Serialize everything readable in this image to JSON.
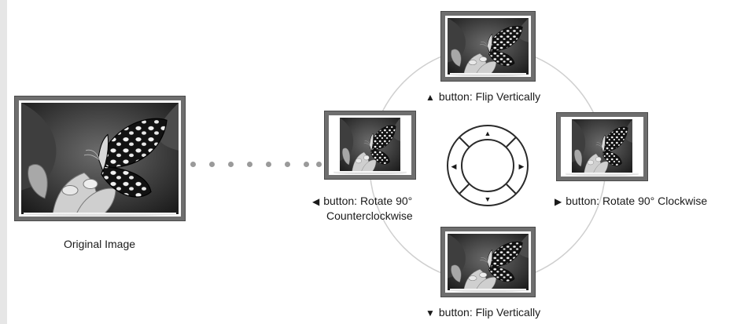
{
  "original": {
    "caption": "Original Image"
  },
  "actions": {
    "up": {
      "arrow": "▲",
      "text": "button: Flip Vertically"
    },
    "down": {
      "arrow": "▼",
      "text": "button: Flip Vertically"
    },
    "left": {
      "arrow": "◀",
      "text": "button: Rotate 90°",
      "text2": "Counterclockwise"
    },
    "right": {
      "arrow": "▶",
      "text": "button: Rotate 90° Clockwise"
    }
  },
  "dpad": {
    "up": "▲",
    "down": "▼",
    "left": "◀",
    "right": "▶"
  },
  "icons": [
    "butterfly-photo",
    "dpad-icon"
  ],
  "colors": {
    "frame": "#6e6e6e",
    "orbit": "#cfcfcf",
    "dots": "#9a9a9a"
  }
}
